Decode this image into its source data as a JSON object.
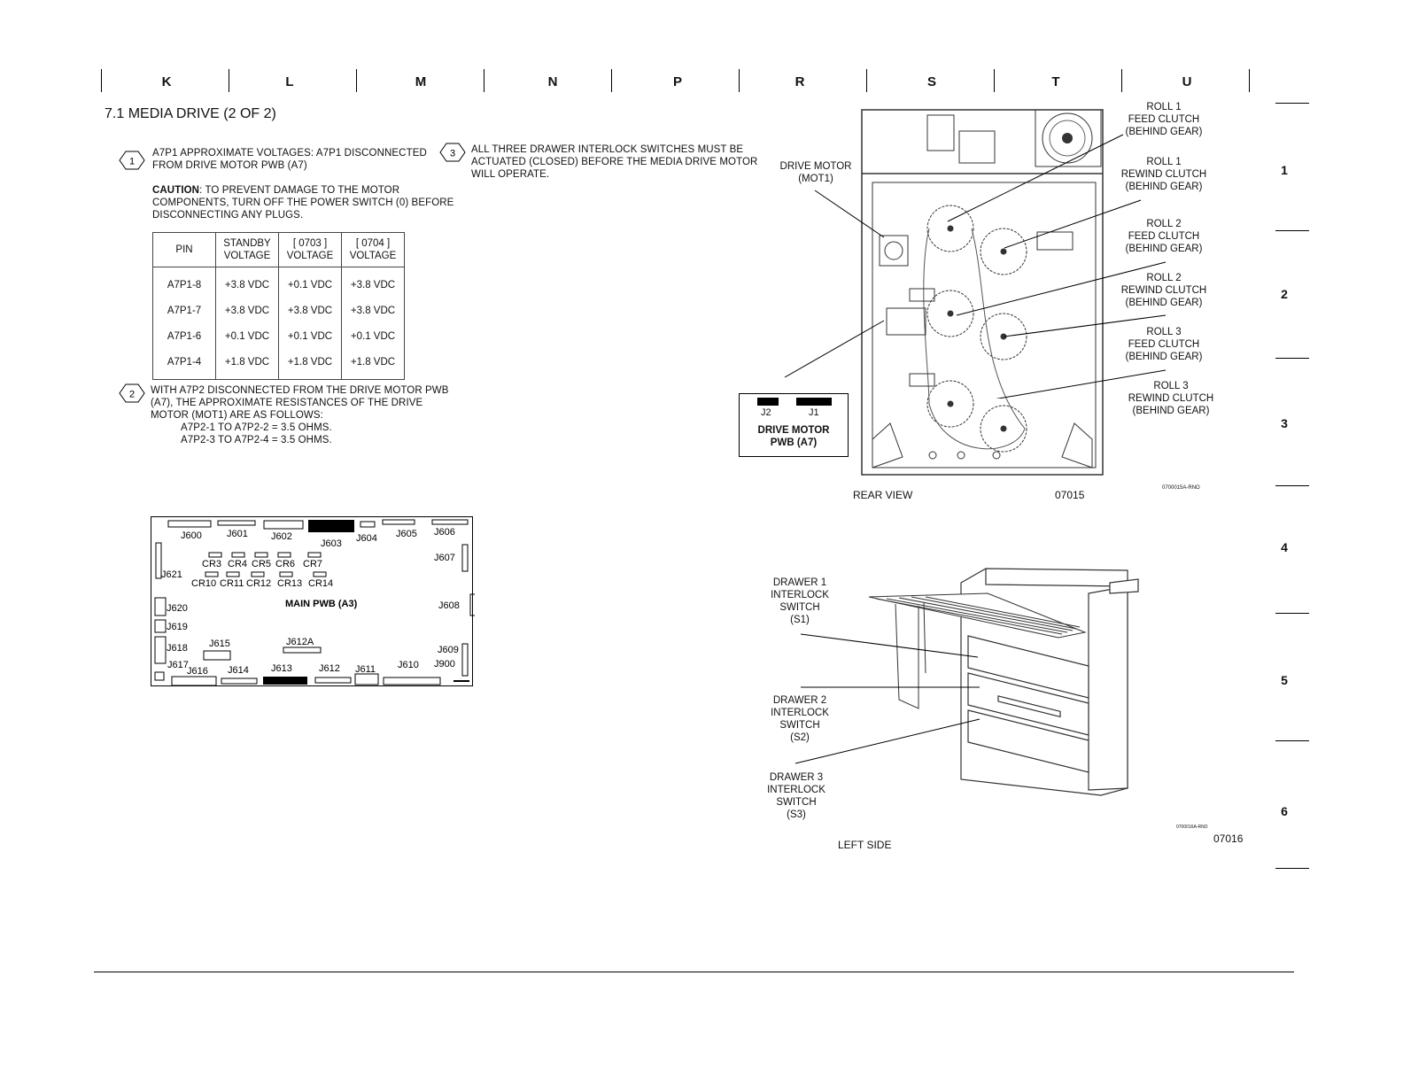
{
  "grid": {
    "columns": [
      "K",
      "L",
      "M",
      "N",
      "P",
      "R",
      "S",
      "T",
      "U"
    ],
    "rows": [
      "1",
      "2",
      "3",
      "4",
      "5",
      "6"
    ]
  },
  "page_title": "7.1  MEDIA DRIVE (2 OF 2)",
  "note1": {
    "number": "1",
    "text": "A7P1 APPROXIMATE VOLTAGES:  A7P1 DISCONNECTED FROM DRIVE MOTOR PWB (A7)",
    "caution_label": "CAUTION",
    "caution_text": ":  TO PREVENT DAMAGE TO THE MOTOR COMPONENTS, TURN OFF THE POWER SWITCH (0) BEFORE DISCONNECTING ANY PLUGS."
  },
  "voltage_table": {
    "headers": [
      "PIN",
      "STANDBY VOLTAGE",
      "[ 0703 ] VOLTAGE",
      "[ 0704 ] VOLTAGE"
    ],
    "rows": [
      [
        "A7P1-8",
        "+3.8 VDC",
        "+0.1 VDC",
        "+3.8 VDC"
      ],
      [
        "A7P1-7",
        "+3.8 VDC",
        "+3.8 VDC",
        "+3.8 VDC"
      ],
      [
        "A7P1-6",
        "+0.1 VDC",
        "+0.1 VDC",
        "+0.1 VDC"
      ],
      [
        "A7P1-4",
        "+1.8 VDC",
        "+1.8 VDC",
        "+1.8 VDC"
      ]
    ]
  },
  "note2": {
    "number": "2",
    "text": "WITH A7P2 DISCONNECTED FROM THE DRIVE MOTOR PWB (A7), THE APPROXIMATE RESISTANCES OF THE DRIVE MOTOR (MOT1) ARE AS FOLLOWS:",
    "line1": "A7P2-1 TO A7P2-2 = 3.5 OHMS.",
    "line2": "A7P2-3 TO A7P2-4 = 3.5 OHMS."
  },
  "note3": {
    "number": "3",
    "text": "ALL THREE DRAWER INTERLOCK SWITCHES MUST BE ACTUATED (CLOSED) BEFORE THE MEDIA DRIVE MOTOR WILL OPERATE."
  },
  "main_pwb": {
    "title": "MAIN PWB (A3)",
    "connectors": [
      "J600",
      "J601",
      "J602",
      "J603",
      "J604",
      "J605",
      "J606",
      "J607",
      "J608",
      "J609",
      "J900",
      "J610",
      "J611",
      "J612",
      "J613",
      "J614",
      "J616",
      "J617",
      "J615",
      "J612A",
      "J618",
      "J619",
      "J620",
      "J621"
    ],
    "diodes": [
      "CR3",
      "CR4",
      "CR5",
      "CR6",
      "CR7",
      "CR10",
      "CR11",
      "CR12",
      "CR13",
      "CR14"
    ]
  },
  "rear_view": {
    "caption": "REAR VIEW",
    "figure_number": "07015",
    "small_id": "0700015A-RNO",
    "labels": {
      "drive_motor": [
        "DRIVE MOTOR",
        "(MOT1)"
      ],
      "roll1_feed": [
        "ROLL 1",
        "FEED CLUTCH",
        "(BEHIND GEAR)"
      ],
      "roll1_rewind": [
        "ROLL 1",
        "REWIND CLUTCH",
        "(BEHIND GEAR)"
      ],
      "roll2_feed": [
        "ROLL 2",
        "FEED CLUTCH",
        "(BEHIND GEAR)"
      ],
      "roll2_rewind": [
        "ROLL 2",
        "REWIND CLUTCH",
        "(BEHIND GEAR)"
      ],
      "roll3_feed": [
        "ROLL 3",
        "FEED CLUTCH",
        "(BEHIND GEAR)"
      ],
      "roll3_rewind": [
        "ROLL 3",
        "REWIND CLUTCH",
        "(BEHIND GEAR)"
      ]
    },
    "pwb_box": {
      "j2": "J2",
      "j1": "J1",
      "title1": "DRIVE MOTOR",
      "title2": "PWB (A7)"
    }
  },
  "left_side": {
    "caption": "LEFT SIDE",
    "figure_number": "07016",
    "small_id": "0700016A-RNO",
    "labels": {
      "drawer1": [
        "DRAWER 1",
        "INTERLOCK",
        "SWITCH",
        "(S1)"
      ],
      "drawer2": [
        "DRAWER 2",
        "INTERLOCK",
        "SWITCH",
        "(S2)"
      ],
      "drawer3": [
        "DRAWER 3",
        "INTERLOCK",
        "SWITCH",
        "(S3)"
      ]
    }
  }
}
